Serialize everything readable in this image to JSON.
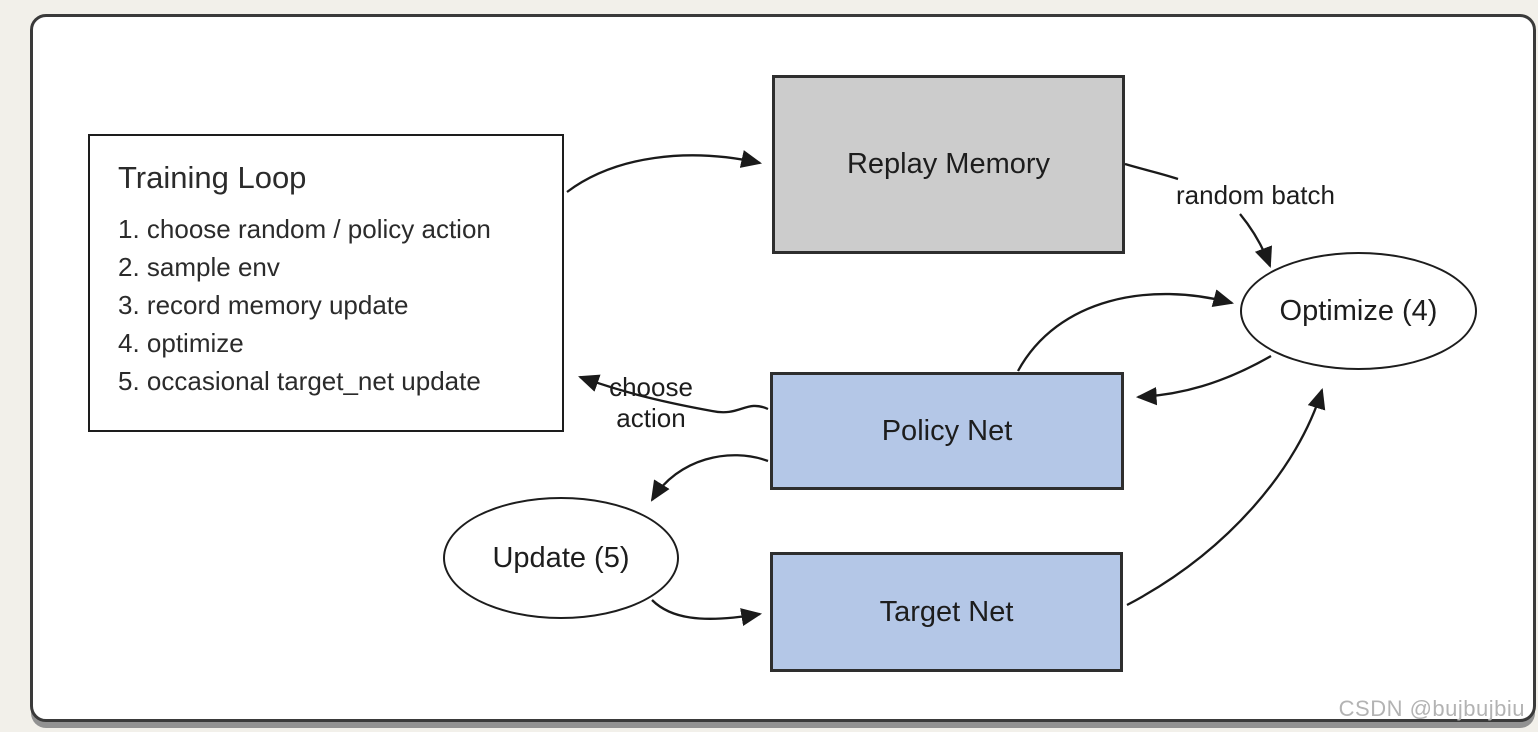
{
  "page": {
    "watermark": "CSDN @bujbujbiu"
  },
  "diagram": {
    "training_loop": {
      "title": "Training Loop",
      "steps": [
        "1. choose random / policy action",
        "2. sample env",
        "3. record memory update",
        "4. optimize",
        "5. occasional target_net update"
      ]
    },
    "nodes": {
      "replay_memory": {
        "label": "Replay Memory",
        "fill": "#cccccc",
        "shape": "rectangle"
      },
      "policy_net": {
        "label": "Policy Net",
        "fill": "#b4c7e7",
        "shape": "rectangle"
      },
      "target_net": {
        "label": "Target Net",
        "fill": "#b4c7e7",
        "shape": "rectangle"
      },
      "optimize": {
        "label": "Optimize (4)",
        "fill": "#ffffff",
        "shape": "ellipse"
      },
      "update": {
        "label": "Update (5)",
        "fill": "#ffffff",
        "shape": "ellipse"
      }
    },
    "edge_labels": {
      "random_batch": "random batch",
      "choose_action": "choose action"
    },
    "edges": [
      "training_loop -> replay_memory",
      "replay_memory -> optimize (label: random batch)",
      "policy_net -> optimize",
      "optimize -> policy_net",
      "target_net -> optimize",
      "policy_net -> training_loop (label: choose action)",
      "policy_net -> update",
      "update -> target_net"
    ],
    "colors": {
      "page_background": "#f2f0ea",
      "canvas_background": "#ffffff",
      "node_blue": "#b4c7e7",
      "node_gray": "#cccccc",
      "line_black": "#1a1a1a",
      "watermark_gray": "#b3b3b3"
    }
  }
}
